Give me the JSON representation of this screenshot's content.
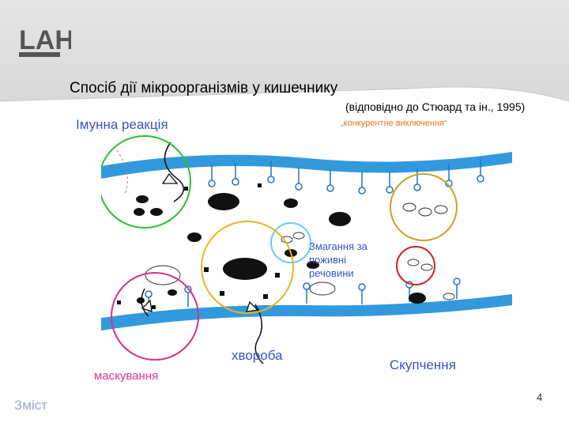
{
  "slide": {
    "title": "Спосіб дії мікроорганізмів у кишечнику",
    "subtitle": "(відповідно до Стюард та ін., 1995)",
    "page_number": "4",
    "contents_link": "Зміст",
    "logo_text": "LAH"
  },
  "labels": {
    "immune": "Імунна реакція",
    "competitive": "„конкурентне виключення“",
    "nutrients": "Змагання за поживні речовини",
    "disease": "хвороба",
    "clustering": "Скупчення",
    "masking": "маскування"
  },
  "colors": {
    "membrane": "#3399dd",
    "circle_immune": "#2fbf2f",
    "circle_competitive": "#c9a227",
    "circle_nutrients": "#66ccee",
    "circle_disease": "#e8b520",
    "circle_masking": "#d63384",
    "circle_clustering": "#d02020",
    "label_blue": "#3355cc",
    "label_orange": "#e07818",
    "label_pink": "#e0338c"
  }
}
